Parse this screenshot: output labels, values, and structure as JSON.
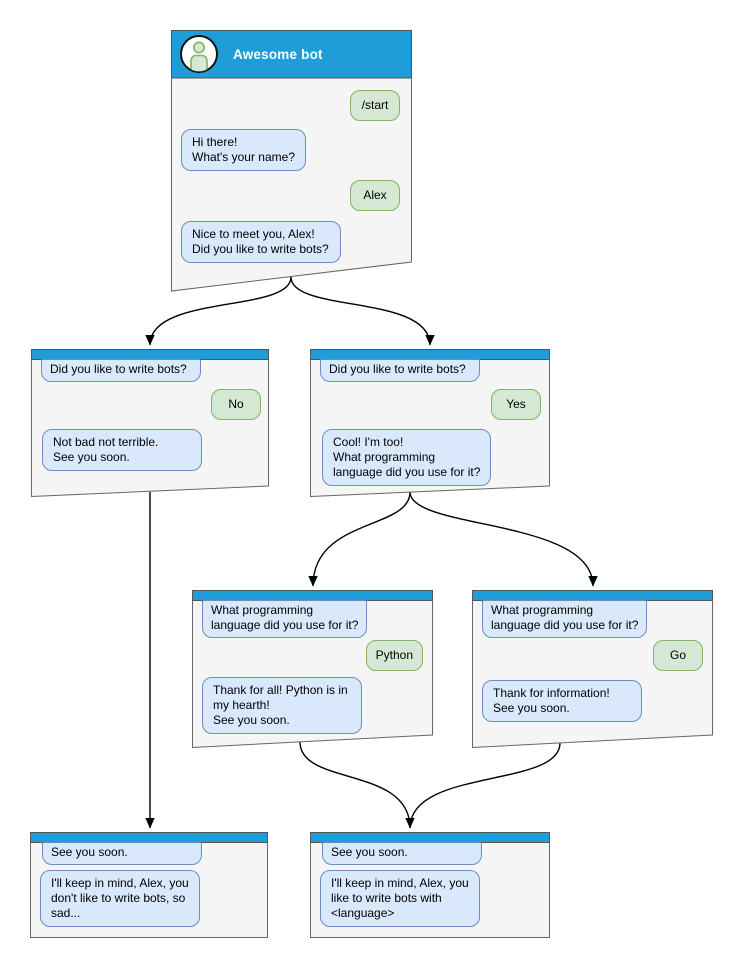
{
  "diagram_type": "chat-bot conversation flowchart",
  "colors": {
    "header_blue": "#1e9dd9",
    "window_fill": "#f5f5f5",
    "window_stroke": "#666666",
    "bot_bubble_fill": "#dae8fc",
    "bot_bubble_stroke": "#6c8ebf",
    "user_bubble_fill": "#d5e8d4",
    "user_bubble_stroke": "#82b366",
    "arrow": "#000000"
  },
  "nodes": [
    {
      "id": "awesome-bot",
      "title": "Awesome bot",
      "messages": [
        {
          "sender": "user",
          "text": "/start"
        },
        {
          "sender": "bot",
          "text": "Hi there!\nWhat's your name?"
        },
        {
          "sender": "user",
          "text": "Alex"
        },
        {
          "sender": "bot",
          "text": "Nice to meet you, Alex!\nDid you like to write bots?"
        }
      ]
    },
    {
      "id": "branch-no",
      "messages": [
        {
          "sender": "bot",
          "text": "Did you like to write bots?"
        },
        {
          "sender": "user",
          "text": "No"
        },
        {
          "sender": "bot",
          "text": "Not bad not terrible.\nSee you soon."
        }
      ]
    },
    {
      "id": "branch-yes",
      "messages": [
        {
          "sender": "bot",
          "text": "Did you like to write bots?"
        },
        {
          "sender": "user",
          "text": "Yes"
        },
        {
          "sender": "bot",
          "text": "Cool! I'm too!\nWhat programming\nlanguage did you use for it?"
        }
      ]
    },
    {
      "id": "branch-python",
      "messages": [
        {
          "sender": "bot",
          "text": "What programming\nlanguage did you use for it?"
        },
        {
          "sender": "user",
          "text": "Python"
        },
        {
          "sender": "bot",
          "text": "Thank for all! Python is in\nmy hearth!\nSee you soon."
        }
      ]
    },
    {
      "id": "branch-go",
      "messages": [
        {
          "sender": "bot",
          "text": "What programming\nlanguage did you use for it?"
        },
        {
          "sender": "user",
          "text": "Go"
        },
        {
          "sender": "bot",
          "text": "Thank for information!\nSee you soon."
        }
      ]
    },
    {
      "id": "final-no",
      "messages": [
        {
          "sender": "bot",
          "text": "See you soon."
        },
        {
          "sender": "bot",
          "text": "I'll keep in mind, Alex, you\ndon't like to write bots, so\nsad..."
        }
      ]
    },
    {
      "id": "final-language",
      "messages": [
        {
          "sender": "bot",
          "text": "See you soon."
        },
        {
          "sender": "bot",
          "text": "I'll keep in mind, Alex, you\nlike to write bots with\n<language>"
        }
      ]
    }
  ],
  "edges": [
    {
      "from": "awesome-bot",
      "to": "branch-no"
    },
    {
      "from": "awesome-bot",
      "to": "branch-yes"
    },
    {
      "from": "branch-yes",
      "to": "branch-python"
    },
    {
      "from": "branch-yes",
      "to": "branch-go"
    },
    {
      "from": "branch-no",
      "to": "final-no"
    },
    {
      "from": "branch-python",
      "to": "final-language"
    },
    {
      "from": "branch-go",
      "to": "final-language"
    }
  ]
}
